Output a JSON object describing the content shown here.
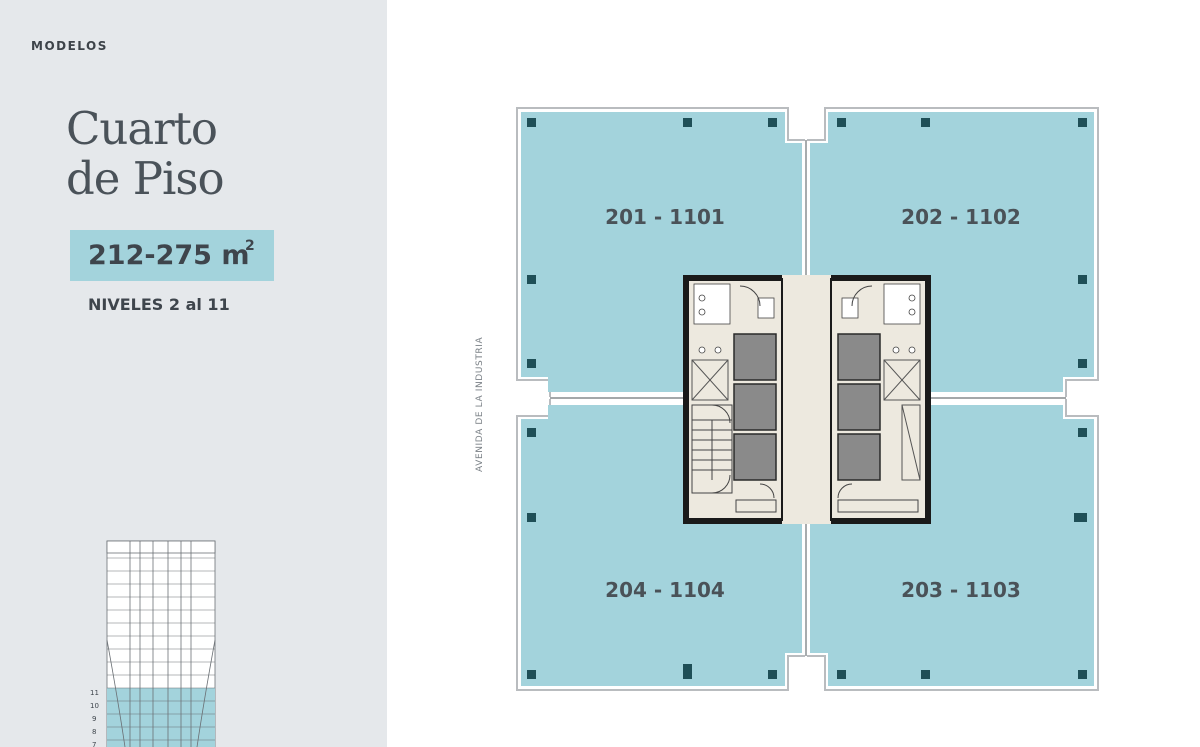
{
  "sidebar": {
    "section_label": "MODELOS",
    "title_line1": "Cuarto",
    "title_line2": "de Piso",
    "area": "212-275 m",
    "area_superscript": "2",
    "levels": "NIVELES 2 al 11",
    "building_floor_numbers": [
      "11",
      "10",
      "9",
      "8",
      "7"
    ]
  },
  "plan": {
    "street_label": "AVENIDA DE LA INDUSTRIA",
    "units": [
      {
        "id": "201",
        "label": "201 - 1101"
      },
      {
        "id": "202",
        "label": "202 - 1102"
      },
      {
        "id": "204",
        "label": "204 - 1104"
      },
      {
        "id": "203",
        "label": "203 - 1103"
      }
    ]
  },
  "colors": {
    "sidebar_bg": "#e5e8eb",
    "unit_fill": "#a3d3dc",
    "column": "#1f4f57",
    "core_wall": "#1a1a1a",
    "elevator": "#8a8a8a"
  }
}
